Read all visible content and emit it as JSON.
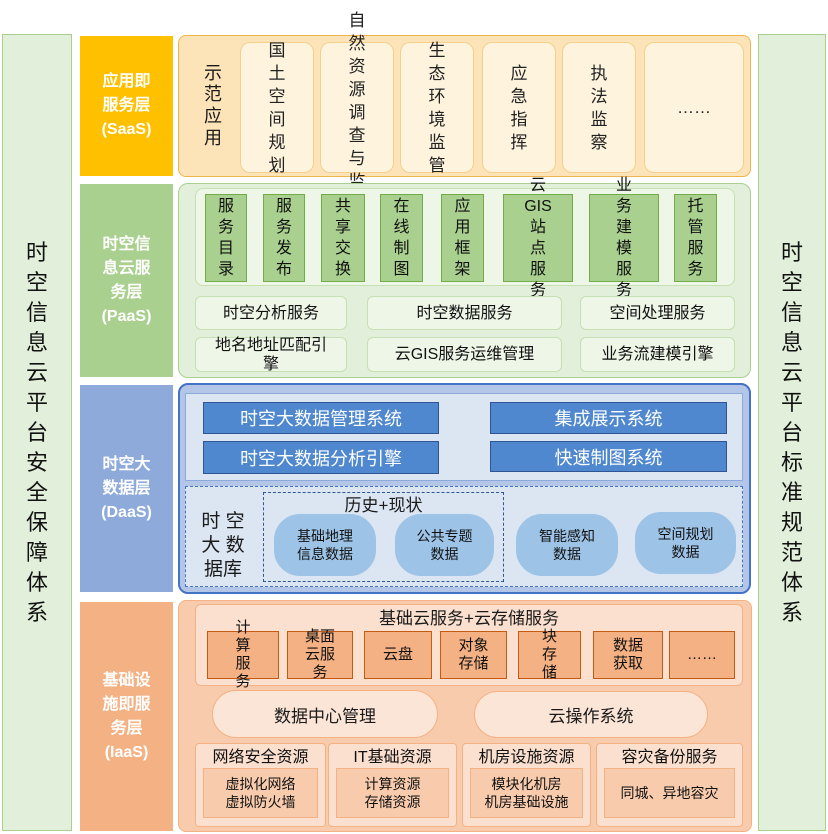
{
  "left_pillar": [
    "时",
    "空",
    "信",
    "息",
    "云",
    "平",
    "台",
    "安",
    "全",
    "保",
    "障",
    "体",
    "系"
  ],
  "right_pillar": [
    "时",
    "空",
    "信",
    "息",
    "云",
    "平",
    "台",
    "标",
    "准",
    "规",
    "范",
    "体",
    "系"
  ],
  "colors": {
    "saas_label": "#ffc000",
    "paas_label": "#a9d08e",
    "daas_label": "#8eaadb",
    "iaas_label": "#f4b183"
  },
  "saas": {
    "label_line1": "应用即",
    "label_line2": "服务层",
    "label_line3": "(SaaS)",
    "demo": [
      "示",
      "范",
      "应",
      "用"
    ],
    "apps": [
      [
        "国",
        "土",
        "空",
        "间",
        "规",
        "划"
      ],
      [
        "自",
        "然",
        "资",
        "源",
        "调",
        "查",
        "与",
        "监"
      ],
      [
        "生",
        "态",
        "环",
        "境",
        "监",
        "管"
      ],
      [
        "应",
        "急",
        "指",
        "挥"
      ],
      [
        "执",
        "法",
        "监",
        "察"
      ],
      [
        "……"
      ]
    ]
  },
  "paas": {
    "label_line1": "时空信",
    "label_line2": "息云服",
    "label_line3": "务层",
    "label_line4": "(PaaS)",
    "services": [
      [
        "服",
        "务",
        "目",
        "录"
      ],
      [
        "服",
        "务",
        "发",
        "布"
      ],
      [
        "共",
        "享",
        "交",
        "换"
      ],
      [
        "在",
        "线",
        "制",
        "图"
      ],
      [
        "应",
        "用",
        "框",
        "架"
      ],
      [
        "云",
        "GIS",
        "站",
        "点",
        "服",
        "务"
      ],
      [
        "业",
        "务",
        "建",
        "模",
        "服",
        "务"
      ],
      [
        "托",
        "管",
        "服",
        "务"
      ]
    ],
    "rows": [
      "时空分析服务",
      "时空数据服务",
      "空间处理服务",
      "地名地址匹配引擎",
      "云GIS服务运维管理",
      "业务流建模引擎"
    ]
  },
  "daas": {
    "label_line1": "时空大",
    "label_line2": "数据层",
    "label_line3": "(DaaS)",
    "systems": [
      "时空大数据管理系统",
      "集成展示系统",
      "时空大数据分析引擎",
      "快速制图系统"
    ],
    "db_label_line1": "时 空",
    "db_label_line2": "大 数",
    "db_label_line3": "据库",
    "history_title": "历史+现状",
    "pills": [
      "基础地理信息数据",
      "公共专题数据",
      "智能感知数据",
      "空间规划数据"
    ]
  },
  "iaas": {
    "label_line1": "基础设",
    "label_line2": "施即服",
    "label_line3": "务层",
    "label_line4": "(IaaS)",
    "cloud_title": "基础云服务+云存储服务",
    "items": [
      "计算服务",
      "桌面云服务",
      "云盘",
      "对象存储",
      "块存储",
      "数据获取",
      "……"
    ],
    "ovals": [
      "数据中心管理",
      "云操作系统"
    ],
    "groups": [
      {
        "title": "网络安全资源",
        "body": "虚拟化网络\n虚拟防火墙"
      },
      {
        "title": "IT基础资源",
        "body": "计算资源\n存储资源"
      },
      {
        "title": "机房设施资源",
        "body": "模块化机房\n机房基础设施"
      },
      {
        "title": "容灾备份服务",
        "body": "同城、异地容灾"
      }
    ]
  }
}
